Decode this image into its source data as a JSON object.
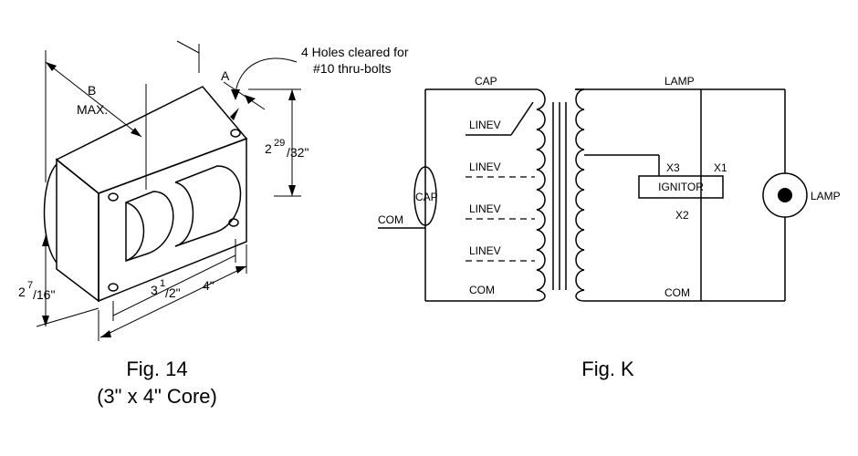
{
  "fig14": {
    "caption": "Fig. 14",
    "subcaption": "(3\" x 4\" Core)",
    "callout_holes_line1": "4 Holes cleared for",
    "callout_holes_line2": "#10 thru-bolts",
    "label_a": "A",
    "label_b": "B",
    "label_max": "MAX.",
    "dim_height_whole": "2",
    "dim_height_num": "29",
    "dim_height_den": "/32\"",
    "dim_side_whole": "2",
    "dim_side_num": "7",
    "dim_side_den": "/16\"",
    "dim_core_whole": "3",
    "dim_core_num": "1",
    "dim_core_den": "/2\"",
    "dim_length": "4\""
  },
  "figK": {
    "caption": "Fig. K",
    "cap_top": "CAP",
    "lamp_top": "LAMP",
    "taps": [
      "LINEV",
      "LINEV",
      "LINEV",
      "LINEV"
    ],
    "com_bottom_left": "COM",
    "com_bottom_right": "COM",
    "cap_element": "CAP",
    "com_left": "COM",
    "x3": "X3",
    "x1": "X1",
    "x2": "X2",
    "ignitor": "IGNITOR",
    "lamp_right": "LAMP"
  }
}
